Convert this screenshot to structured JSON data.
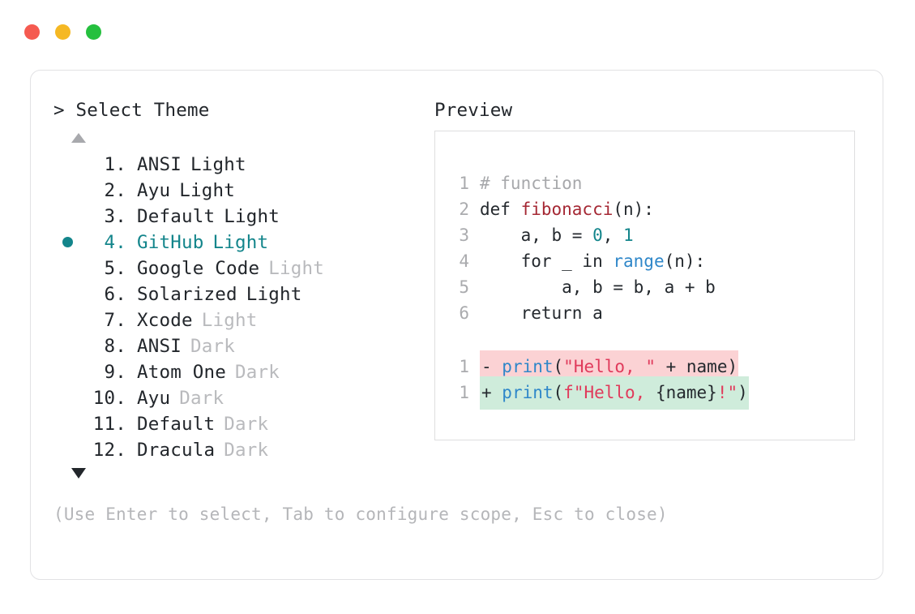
{
  "window": {
    "traffic_lights": [
      {
        "name": "close",
        "color": "#f55a50"
      },
      {
        "name": "minimize",
        "color": "#f5b823"
      },
      {
        "name": "maximize",
        "color": "#25c03e"
      }
    ]
  },
  "selector": {
    "prompt_symbol": ">",
    "title": "Select Theme",
    "prompt_line": "> Select Theme",
    "scroll_up_enabled": false,
    "scroll_down_enabled": true,
    "selected_index": 4,
    "items": [
      {
        "index": "1.",
        "name": "ANSI",
        "variant": "Light",
        "variant_dim": false,
        "selected": false
      },
      {
        "index": "2.",
        "name": "Ayu",
        "variant": "Light",
        "variant_dim": false,
        "selected": false
      },
      {
        "index": "3.",
        "name": "Default",
        "variant": "Light",
        "variant_dim": false,
        "selected": false
      },
      {
        "index": "4.",
        "name": "GitHub",
        "variant": "Light",
        "variant_dim": false,
        "selected": true
      },
      {
        "index": "5.",
        "name": "Google Code",
        "variant": "Light",
        "variant_dim": true,
        "selected": false
      },
      {
        "index": "6.",
        "name": "Solarized",
        "variant": "Light",
        "variant_dim": false,
        "selected": false
      },
      {
        "index": "7.",
        "name": "Xcode",
        "variant": "Light",
        "variant_dim": true,
        "selected": false
      },
      {
        "index": "8.",
        "name": "ANSI",
        "variant": "Dark",
        "variant_dim": true,
        "selected": false
      },
      {
        "index": "9.",
        "name": "Atom One",
        "variant": "Dark",
        "variant_dim": true,
        "selected": false
      },
      {
        "index": "10.",
        "name": "Ayu",
        "variant": "Dark",
        "variant_dim": true,
        "selected": false
      },
      {
        "index": "11.",
        "name": "Default",
        "variant": "Dark",
        "variant_dim": true,
        "selected": false
      },
      {
        "index": "12.",
        "name": "Dracula",
        "variant": "Dark",
        "variant_dim": true,
        "selected": false
      }
    ]
  },
  "preview": {
    "title": "Preview",
    "code_lines": [
      {
        "ln": "1",
        "tokens": [
          {
            "t": "# function",
            "c": "comment"
          }
        ]
      },
      {
        "ln": "2",
        "tokens": [
          {
            "t": "def ",
            "c": "plain"
          },
          {
            "t": "fibonacci",
            "c": "fn"
          },
          {
            "t": "(n):",
            "c": "plain"
          }
        ]
      },
      {
        "ln": "3",
        "tokens": [
          {
            "t": "    a, b = ",
            "c": "plain"
          },
          {
            "t": "0",
            "c": "num"
          },
          {
            "t": ", ",
            "c": "plain"
          },
          {
            "t": "1",
            "c": "num"
          }
        ]
      },
      {
        "ln": "4",
        "tokens": [
          {
            "t": "    for _ in ",
            "c": "plain"
          },
          {
            "t": "range",
            "c": "builtin"
          },
          {
            "t": "(n):",
            "c": "plain"
          }
        ]
      },
      {
        "ln": "5",
        "tokens": [
          {
            "t": "        a, b = b, a + b",
            "c": "plain"
          }
        ]
      },
      {
        "ln": "6",
        "tokens": [
          {
            "t": "    return a",
            "c": "plain"
          }
        ]
      }
    ],
    "diff_lines": [
      {
        "ln": "1",
        "kind": "del",
        "sign": "-",
        "tokens": [
          {
            "t": "print",
            "c": "builtin"
          },
          {
            "t": "(",
            "c": "plain"
          },
          {
            "t": "\"Hello, \"",
            "c": "str"
          },
          {
            "t": " + name)",
            "c": "plain"
          }
        ]
      },
      {
        "ln": "1",
        "kind": "add",
        "sign": "+",
        "tokens": [
          {
            "t": "print",
            "c": "builtin"
          },
          {
            "t": "(",
            "c": "plain"
          },
          {
            "t": "f\"Hello, ",
            "c": "str"
          },
          {
            "t": "{name}",
            "c": "plain"
          },
          {
            "t": "!\"",
            "c": "str"
          },
          {
            "t": ")",
            "c": "plain"
          }
        ]
      }
    ]
  },
  "footer": {
    "hint": "(Use Enter to select, Tab to configure scope, Esc to close)"
  },
  "colors": {
    "accent_teal": "#13858b",
    "dim_gray": "#b9babd",
    "text_dark": "#22262b",
    "diff_del_bg": "#fbd2d4",
    "diff_add_bg": "#cfecdb"
  }
}
